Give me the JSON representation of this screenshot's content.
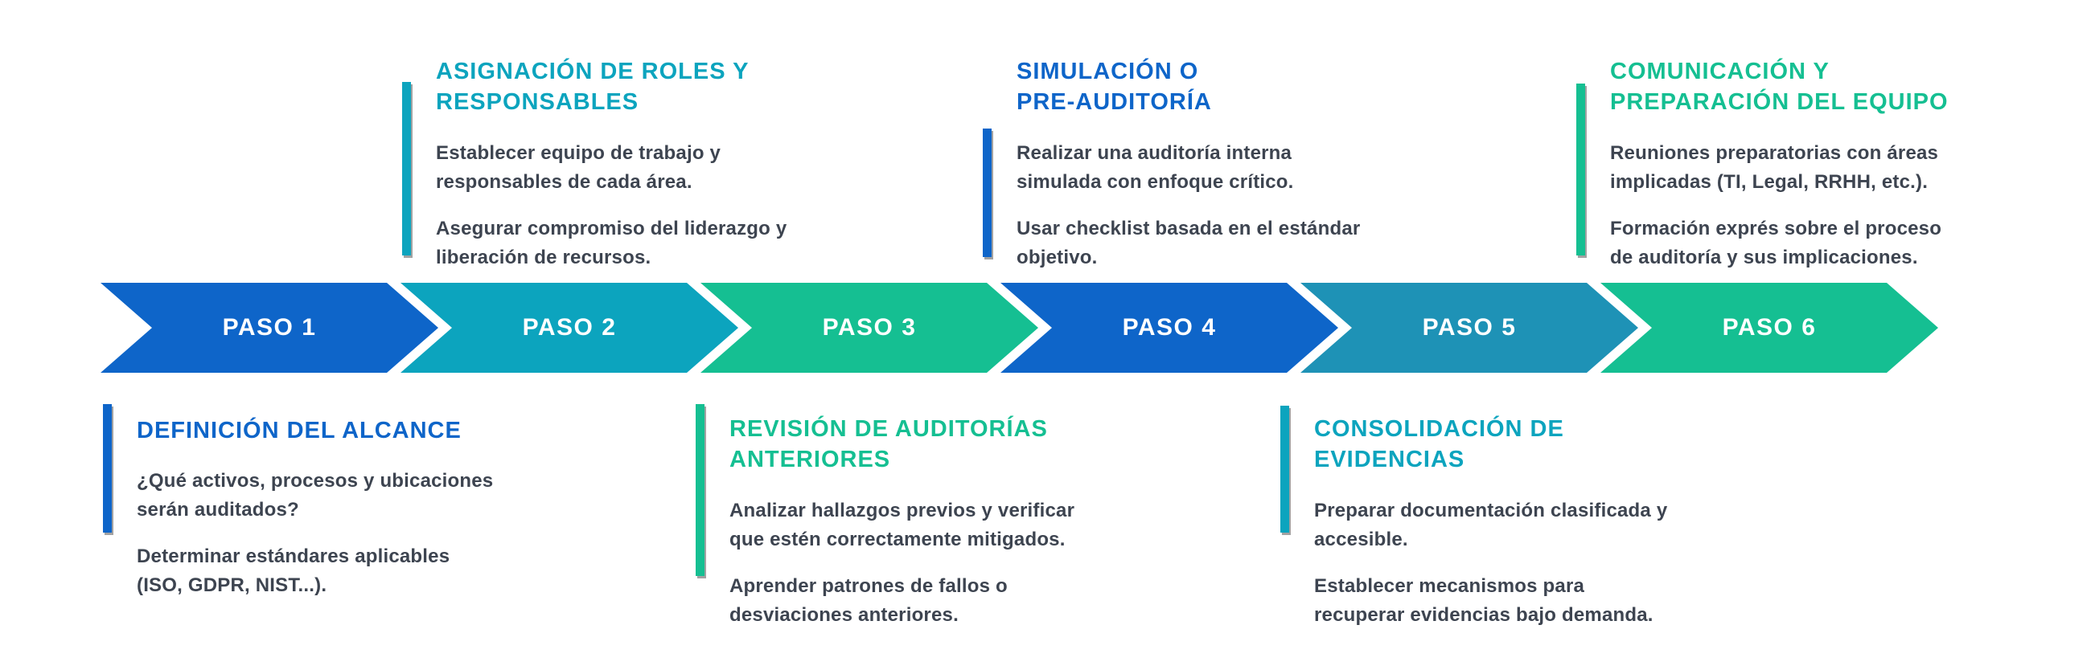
{
  "diagram": {
    "kind": "process-flow-infographic",
    "language": "es",
    "step_count": 6
  },
  "colors": {
    "blue": "#0e65c9",
    "teal": "#0ca4be",
    "teal_dark": "#1e92b6",
    "green": "#15bf92",
    "body_text": "#3d4450",
    "step_label_text": "#ffffff",
    "background": "#ffffff",
    "shadow": "#8f8f8f"
  },
  "steps": [
    {
      "label": "PASO 1",
      "color": "#0e65c9"
    },
    {
      "label": "PASO 2",
      "color": "#0ca4be"
    },
    {
      "label": "PASO 3",
      "color": "#15bf92"
    },
    {
      "label": "PASO 4",
      "color": "#0e65c9"
    },
    {
      "label": "PASO 5",
      "color": "#1e92b6"
    },
    {
      "label": "PASO 6",
      "color": "#15bf92"
    }
  ],
  "top_blocks": [
    {
      "step": "PASO 2",
      "accent": "#0ca4be",
      "title": "ASIGNACIÓN DE ROLES Y\nRESPONSABLES",
      "paragraphs": [
        "Establecer equipo de trabajo y\nresponsables de cada área.",
        "Asegurar compromiso del liderazgo y\nliberación de recursos."
      ]
    },
    {
      "step": "PASO 4",
      "accent": "#0e65c9",
      "title": "SIMULACIÓN O\nPRE-AUDITORÍA",
      "paragraphs": [
        "Realizar una auditoría interna\nsimulada con enfoque crítico.",
        "Usar checklist basada en el estándar\nobjetivo."
      ]
    },
    {
      "step": "PASO 6",
      "accent": "#15bf92",
      "title": "COMUNICACIÓN Y\nPREPARACIÓN DEL EQUIPO",
      "paragraphs": [
        "Reuniones preparatorias con áreas\nimplicadas (TI, Legal, RRHH, etc.).",
        "Formación exprés sobre el proceso\nde auditoría y sus implicaciones."
      ]
    }
  ],
  "bottom_blocks": [
    {
      "step": "PASO 1",
      "accent": "#0e65c9",
      "title": "DEFINICIÓN DEL ALCANCE",
      "paragraphs": [
        "¿Qué activos, procesos y ubicaciones\nserán auditados?",
        "Determinar estándares aplicables\n(ISO, GDPR, NIST...)."
      ]
    },
    {
      "step": "PASO 3",
      "accent": "#15bf92",
      "title": "REVISIÓN DE AUDITORÍAS\nANTERIORES",
      "paragraphs": [
        "Analizar hallazgos previos y verificar\nque estén correctamente mitigados.",
        "Aprender patrones de fallos o\ndesviaciones anteriores."
      ]
    },
    {
      "step": "PASO 5",
      "accent": "#0ca4be",
      "title": "CONSOLIDACIÓN DE\nEVIDENCIAS",
      "paragraphs": [
        "Preparar documentación clasificada y\naccesible.",
        "Establecer mecanismos para\nrecuperar evidencias bajo demanda."
      ]
    }
  ]
}
